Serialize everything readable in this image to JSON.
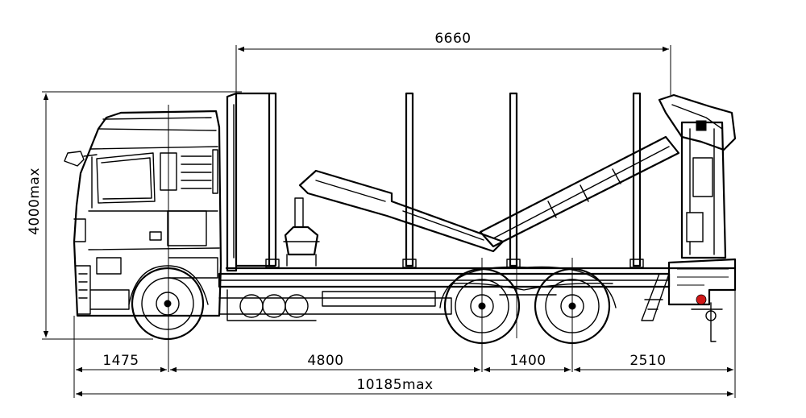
{
  "dimensions": {
    "top_length": "6660",
    "height": "4000max",
    "front_overhang": "1475",
    "wheelbase": "4800",
    "rear_axle_spacing": "1400",
    "rear_overhang": "2510",
    "overall_length": "10185max"
  },
  "colors": {
    "line": "#000000",
    "background": "#ffffff",
    "accent": "#d01818"
  }
}
